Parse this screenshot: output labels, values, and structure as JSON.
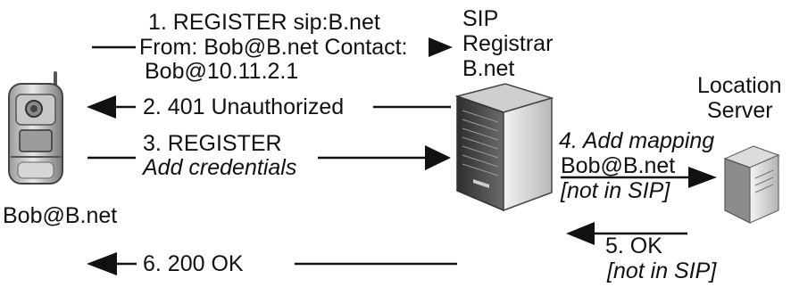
{
  "entities": {
    "phone_label": "Bob@B.net",
    "registrar": {
      "line1": "SIP",
      "line2": "Registrar",
      "line3": "B.net"
    },
    "location_server": {
      "line1": "Location",
      "line2": "Server"
    }
  },
  "messages": [
    {
      "lines": [
        "1. REGISTER sip:B.net",
        "From: Bob@B.net Contact:",
        "Bob@10.11.2.1"
      ]
    },
    {
      "lines": [
        "2. 401 Unauthorized"
      ]
    },
    {
      "lines": [
        "3. REGISTER",
        "Add credentials"
      ]
    },
    {
      "lines": [
        "4. Add mapping",
        "Bob@B.net",
        "[not in SIP]"
      ]
    },
    {
      "lines": [
        "5. OK",
        "[not in SIP]"
      ]
    },
    {
      "lines": [
        "6. 200 OK"
      ]
    }
  ],
  "colors": {
    "ink": "#111111",
    "server_dark": "#3a3a3a",
    "server_light": "#d8d8d8"
  }
}
